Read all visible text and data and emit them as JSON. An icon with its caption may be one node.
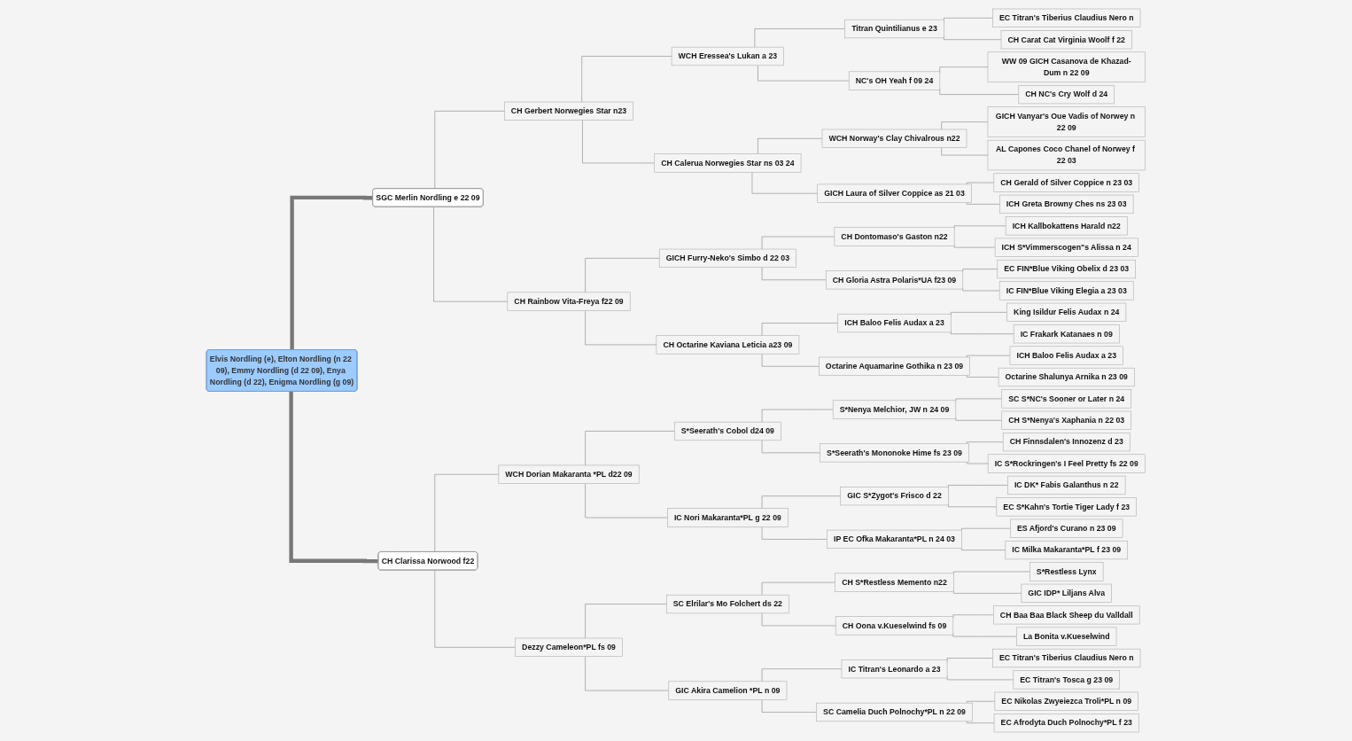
{
  "diagram": {
    "nodes": [
      {
        "text": [
          "Elvis Nordling (e), Elton Nordling (n 22 09), Emmy Nordling (d 22 09), Enya Nordling (d 22), Enigma Nordling (g 09)"
        ]
      },
      {
        "text": [
          "SGC Merlin Nordling e 22 09"
        ]
      },
      {
        "text": [
          "CH Gerbert Norwegies Star n23"
        ]
      },
      {
        "text": [
          "WCH Eressea's Lukan a 23"
        ]
      },
      {
        "text": [
          "Titran Quintilianus e 23"
        ]
      },
      {
        "text": [
          "EC Titran's Tiberius Claudius Nero n"
        ]
      },
      {
        "text": [
          "CH Carat Cat Virginia Woolf f 22"
        ]
      },
      {
        "text": [
          "NC's OH Yeah f 09 24"
        ]
      },
      {
        "text": [
          "WW 09 GICH Casanova de Khazad-Dum n 22 09"
        ]
      },
      {
        "text": [
          "CH NC's Cry Wolf d 24"
        ]
      },
      {
        "text": [
          "CH Calerua Norwegies Star ns 03 24"
        ]
      },
      {
        "text": [
          "WCH Norway's Clay Chivalrous n22"
        ]
      },
      {
        "text": [
          "GICH Vanyar's Oue Vadis of Norwey n 22 09"
        ]
      },
      {
        "text": [
          "AL Capones Coco Chanel of Norwey f 22 03"
        ]
      },
      {
        "text": [
          "GICH Laura of Silver Coppice as 21 03"
        ]
      },
      {
        "text": [
          "CH Gerald of Silver Coppice n 23 03"
        ]
      },
      {
        "text": [
          "ICH Greta Browny Ches ns 23 03"
        ]
      },
      {
        "text": [
          "CH Rainbow Vita-Freya f22 09"
        ]
      },
      {
        "text": [
          "GICH Furry-Neko's Simbo d 22 03"
        ]
      },
      {
        "text": [
          "CH Dontomaso's Gaston n22"
        ]
      },
      {
        "text": [
          "ICH Kallbokattens Harald n22"
        ]
      },
      {
        "text": [
          "ICH S*Vimmerscogen\"s Alissa n 24"
        ]
      },
      {
        "text": [
          "CH Gloria Astra Polaris*UA f23 09"
        ]
      },
      {
        "text": [
          "EC FIN*Blue Viking Obelix d 23 03"
        ]
      },
      {
        "text": [
          "IC FIN*Blue Viking Elegia a 23 03"
        ]
      },
      {
        "text": [
          "CH Octarine Kaviana Leticia a23 09"
        ]
      },
      {
        "text": [
          "ICH Baloo Felis Audax a 23"
        ]
      },
      {
        "text": [
          "King Isildur Felis Audax n 24"
        ]
      },
      {
        "text": [
          "IC Frakark Katanaes n 09"
        ]
      },
      {
        "text": [
          "Octarine Aquamarine Gothika n 23 09"
        ]
      },
      {
        "text": [
          "ICH Baloo Felis Audax a 23"
        ]
      },
      {
        "text": [
          "Octarine Shalunya Arnika n 23 09"
        ]
      },
      {
        "text": [
          "CH Clarissa Norwood f22"
        ]
      },
      {
        "text": [
          "WCH Dorian Makaranta *PL d22 09"
        ]
      },
      {
        "text": [
          "S*Seerath's Cobol d24 09"
        ]
      },
      {
        "text": [
          "S*Nenya Melchior, JW n 24 09"
        ]
      },
      {
        "text": [
          "SC S*NC's Sooner or Later n 24"
        ]
      },
      {
        "text": [
          "CH S*Nenya's Xaphania n 22 03"
        ]
      },
      {
        "text": [
          "S*Seerath's Mononoke Hime fs 23 09"
        ]
      },
      {
        "text": [
          "CH Finnsdalen's Innozenz d 23"
        ]
      },
      {
        "text": [
          "IC S*Rockringen's I Feel Pretty fs 22 09"
        ]
      },
      {
        "text": [
          "IC Nori Makaranta*PL g 22 09"
        ]
      },
      {
        "text": [
          "GIC S*Zygot's Frisco d 22"
        ]
      },
      {
        "text": [
          "IC DK* Fabis Galanthus n 22"
        ]
      },
      {
        "text": [
          "EC S*Kahn's Tortie Tiger Lady f 23"
        ]
      },
      {
        "text": [
          "IP EC Ofka Makaranta*PL n 24 03"
        ]
      },
      {
        "text": [
          "ES Afjord's Curano n 23 09"
        ]
      },
      {
        "text": [
          "IC Milka Makaranta*PL f 23 09"
        ]
      },
      {
        "text": [
          "Dezzy Cameleon*PL fs 09"
        ]
      },
      {
        "text": [
          "SC Elrilar's Mo Folchert ds 22"
        ]
      },
      {
        "text": [
          "CH S*Restless Memento n22"
        ]
      },
      {
        "text": [
          "S*Restless Lynx"
        ]
      },
      {
        "text": [
          "GIC IDP* Liljans Alva"
        ]
      },
      {
        "text": [
          "CH Oona v.Kueselwind fs 09"
        ]
      },
      {
        "text": [
          "CH Baa Baa Black Sheep du Valldall"
        ]
      },
      {
        "text": [
          "La Bonita v.Kueselwind"
        ]
      },
      {
        "text": [
          "GIC Akira Camelion *PL n 09"
        ]
      },
      {
        "text": [
          "IC Titran's Leonardo a 23"
        ]
      },
      {
        "text": [
          "EC Titran's Tiberius Claudius Nero n"
        ]
      },
      {
        "text": [
          "EC Titran's Tosca g 23 09"
        ]
      },
      {
        "text": [
          "SC Camelia Duch Polnochy*PL n 22 09"
        ]
      },
      {
        "text": [
          "EC Nikolas Zwyeiezca Troli*PL n 09"
        ]
      },
      {
        "text": [
          "EC Afrodyta Duch Polnochy*PL f 23"
        ]
      }
    ],
    "edges": [
      {
        "from": 0,
        "to": 1,
        "arrow": "none",
        "style": "thick"
      },
      {
        "from": 1,
        "to": 2,
        "arrow": "none"
      },
      {
        "from": 2,
        "to": 3,
        "arrow": "none"
      },
      {
        "from": 3,
        "to": 4,
        "arrow": "none"
      },
      {
        "from": 4,
        "to": 5,
        "arrow": "none"
      },
      {
        "from": 4,
        "to": 6,
        "arrow": "none"
      },
      {
        "from": 3,
        "to": 7,
        "arrow": "none"
      },
      {
        "from": 7,
        "to": 8,
        "arrow": "none"
      },
      {
        "from": 7,
        "to": 9,
        "arrow": "none"
      },
      {
        "from": 2,
        "to": 10,
        "arrow": "none"
      },
      {
        "from": 10,
        "to": 11,
        "arrow": "none"
      },
      {
        "from": 11,
        "to": 12,
        "arrow": "none"
      },
      {
        "from": 11,
        "to": 13,
        "arrow": "none"
      },
      {
        "from": 10,
        "to": 14,
        "arrow": "none"
      },
      {
        "from": 14,
        "to": 15,
        "arrow": "none"
      },
      {
        "from": 14,
        "to": 16,
        "arrow": "none"
      },
      {
        "from": 1,
        "to": 17,
        "arrow": "none"
      },
      {
        "from": 17,
        "to": 18,
        "arrow": "none"
      },
      {
        "from": 18,
        "to": 19,
        "arrow": "none"
      },
      {
        "from": 19,
        "to": 20,
        "arrow": "none"
      },
      {
        "from": 19,
        "to": 21,
        "arrow": "none"
      },
      {
        "from": 18,
        "to": 22,
        "arrow": "none"
      },
      {
        "from": 22,
        "to": 23,
        "arrow": "none"
      },
      {
        "from": 22,
        "to": 24,
        "arrow": "none"
      },
      {
        "from": 17,
        "to": 25,
        "arrow": "none"
      },
      {
        "from": 25,
        "to": 26,
        "arrow": "none"
      },
      {
        "from": 26,
        "to": 27,
        "arrow": "none"
      },
      {
        "from": 26,
        "to": 28,
        "arrow": "none"
      },
      {
        "from": 25,
        "to": 29,
        "arrow": "none"
      },
      {
        "from": 29,
        "to": 30,
        "arrow": "none"
      },
      {
        "from": 29,
        "to": 31,
        "arrow": "none"
      },
      {
        "from": 0,
        "to": 32,
        "arrow": "none",
        "style": "thick"
      },
      {
        "from": 32,
        "to": 33,
        "arrow": "none"
      },
      {
        "from": 33,
        "to": 34,
        "arrow": "none"
      },
      {
        "from": 34,
        "to": 35,
        "arrow": "none"
      },
      {
        "from": 35,
        "to": 36,
        "arrow": "none"
      },
      {
        "from": 35,
        "to": 37,
        "arrow": "none"
      },
      {
        "from": 34,
        "to": 38,
        "arrow": "none"
      },
      {
        "from": 38,
        "to": 39,
        "arrow": "none"
      },
      {
        "from": 38,
        "to": 40,
        "arrow": "none"
      },
      {
        "from": 33,
        "to": 41,
        "arrow": "none"
      },
      {
        "from": 41,
        "to": 42,
        "arrow": "none"
      },
      {
        "from": 42,
        "to": 43,
        "arrow": "none"
      },
      {
        "from": 42,
        "to": 44,
        "arrow": "none"
      },
      {
        "from": 41,
        "to": 45,
        "arrow": "none"
      },
      {
        "from": 45,
        "to": 46,
        "arrow": "none"
      },
      {
        "from": 45,
        "to": 47,
        "arrow": "none"
      },
      {
        "from": 32,
        "to": 48,
        "arrow": "none"
      },
      {
        "from": 48,
        "to": 49,
        "arrow": "none"
      },
      {
        "from": 49,
        "to": 50,
        "arrow": "none"
      },
      {
        "from": 50,
        "to": 51,
        "arrow": "none"
      },
      {
        "from": 50,
        "to": 52,
        "arrow": "none"
      },
      {
        "from": 49,
        "to": 53,
        "arrow": "none"
      },
      {
        "from": 53,
        "to": 54,
        "arrow": "none"
      },
      {
        "from": 53,
        "to": 55,
        "arrow": "none"
      },
      {
        "from": 48,
        "to": 56,
        "arrow": "none"
      },
      {
        "from": 56,
        "to": 57,
        "arrow": "none"
      },
      {
        "from": 57,
        "to": 58,
        "arrow": "none"
      },
      {
        "from": 57,
        "to": 59,
        "arrow": "none"
      },
      {
        "from": 56,
        "to": 60,
        "arrow": "none"
      },
      {
        "from": 60,
        "to": 61,
        "arrow": "none"
      },
      {
        "from": 60,
        "to": 62,
        "arrow": "none"
      }
    ]
  }
}
